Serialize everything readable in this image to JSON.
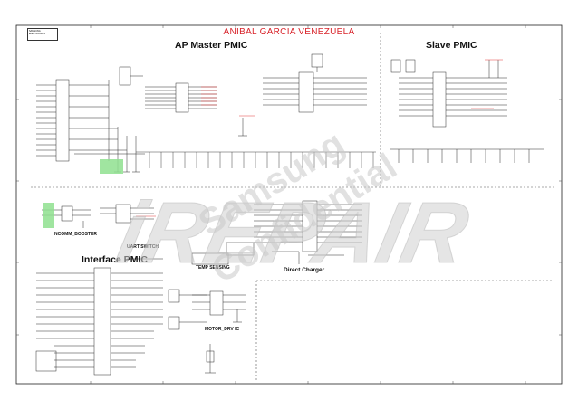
{
  "document": {
    "author_banner": "ANIBAL GARCIA VENEZUELA",
    "info_block": "SAMSUNG ELECTRONICS"
  },
  "sections": {
    "ap_master_pmic": "AP Master PMIC",
    "slave_pmic": "Slave PMIC",
    "interface_pmic": "Interface PMIC",
    "ncomm_booster": "NCOMM_BOOSTER",
    "uart_switch": "UART SWITCH",
    "temp_sensing": "TEMP SENSING",
    "direct_charger": "Direct Charger",
    "motor_drv_ic": "MOTOR_DRV IC"
  },
  "watermark": {
    "brand": "iREPAIR",
    "line1": "Samsung",
    "line2": "Confidential"
  },
  "colors": {
    "banner_red": "#d8242b",
    "watermark_gray": "#cfcfcf",
    "highlight_green": "#8fe08f",
    "wire": "#2a2a2a",
    "note_red": "#e33b3b"
  }
}
